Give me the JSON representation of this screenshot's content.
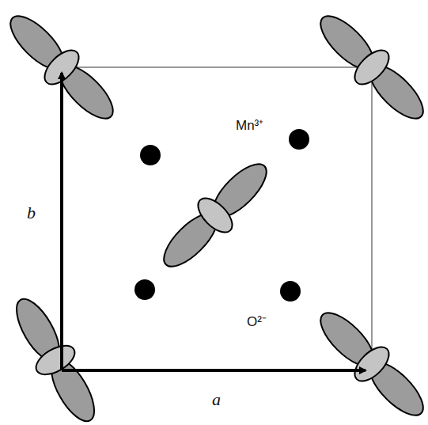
{
  "diagram": {
    "labels": [
      "Mn³⁺",
      "O²⁻",
      "b",
      "a"
    ]
  }
}
